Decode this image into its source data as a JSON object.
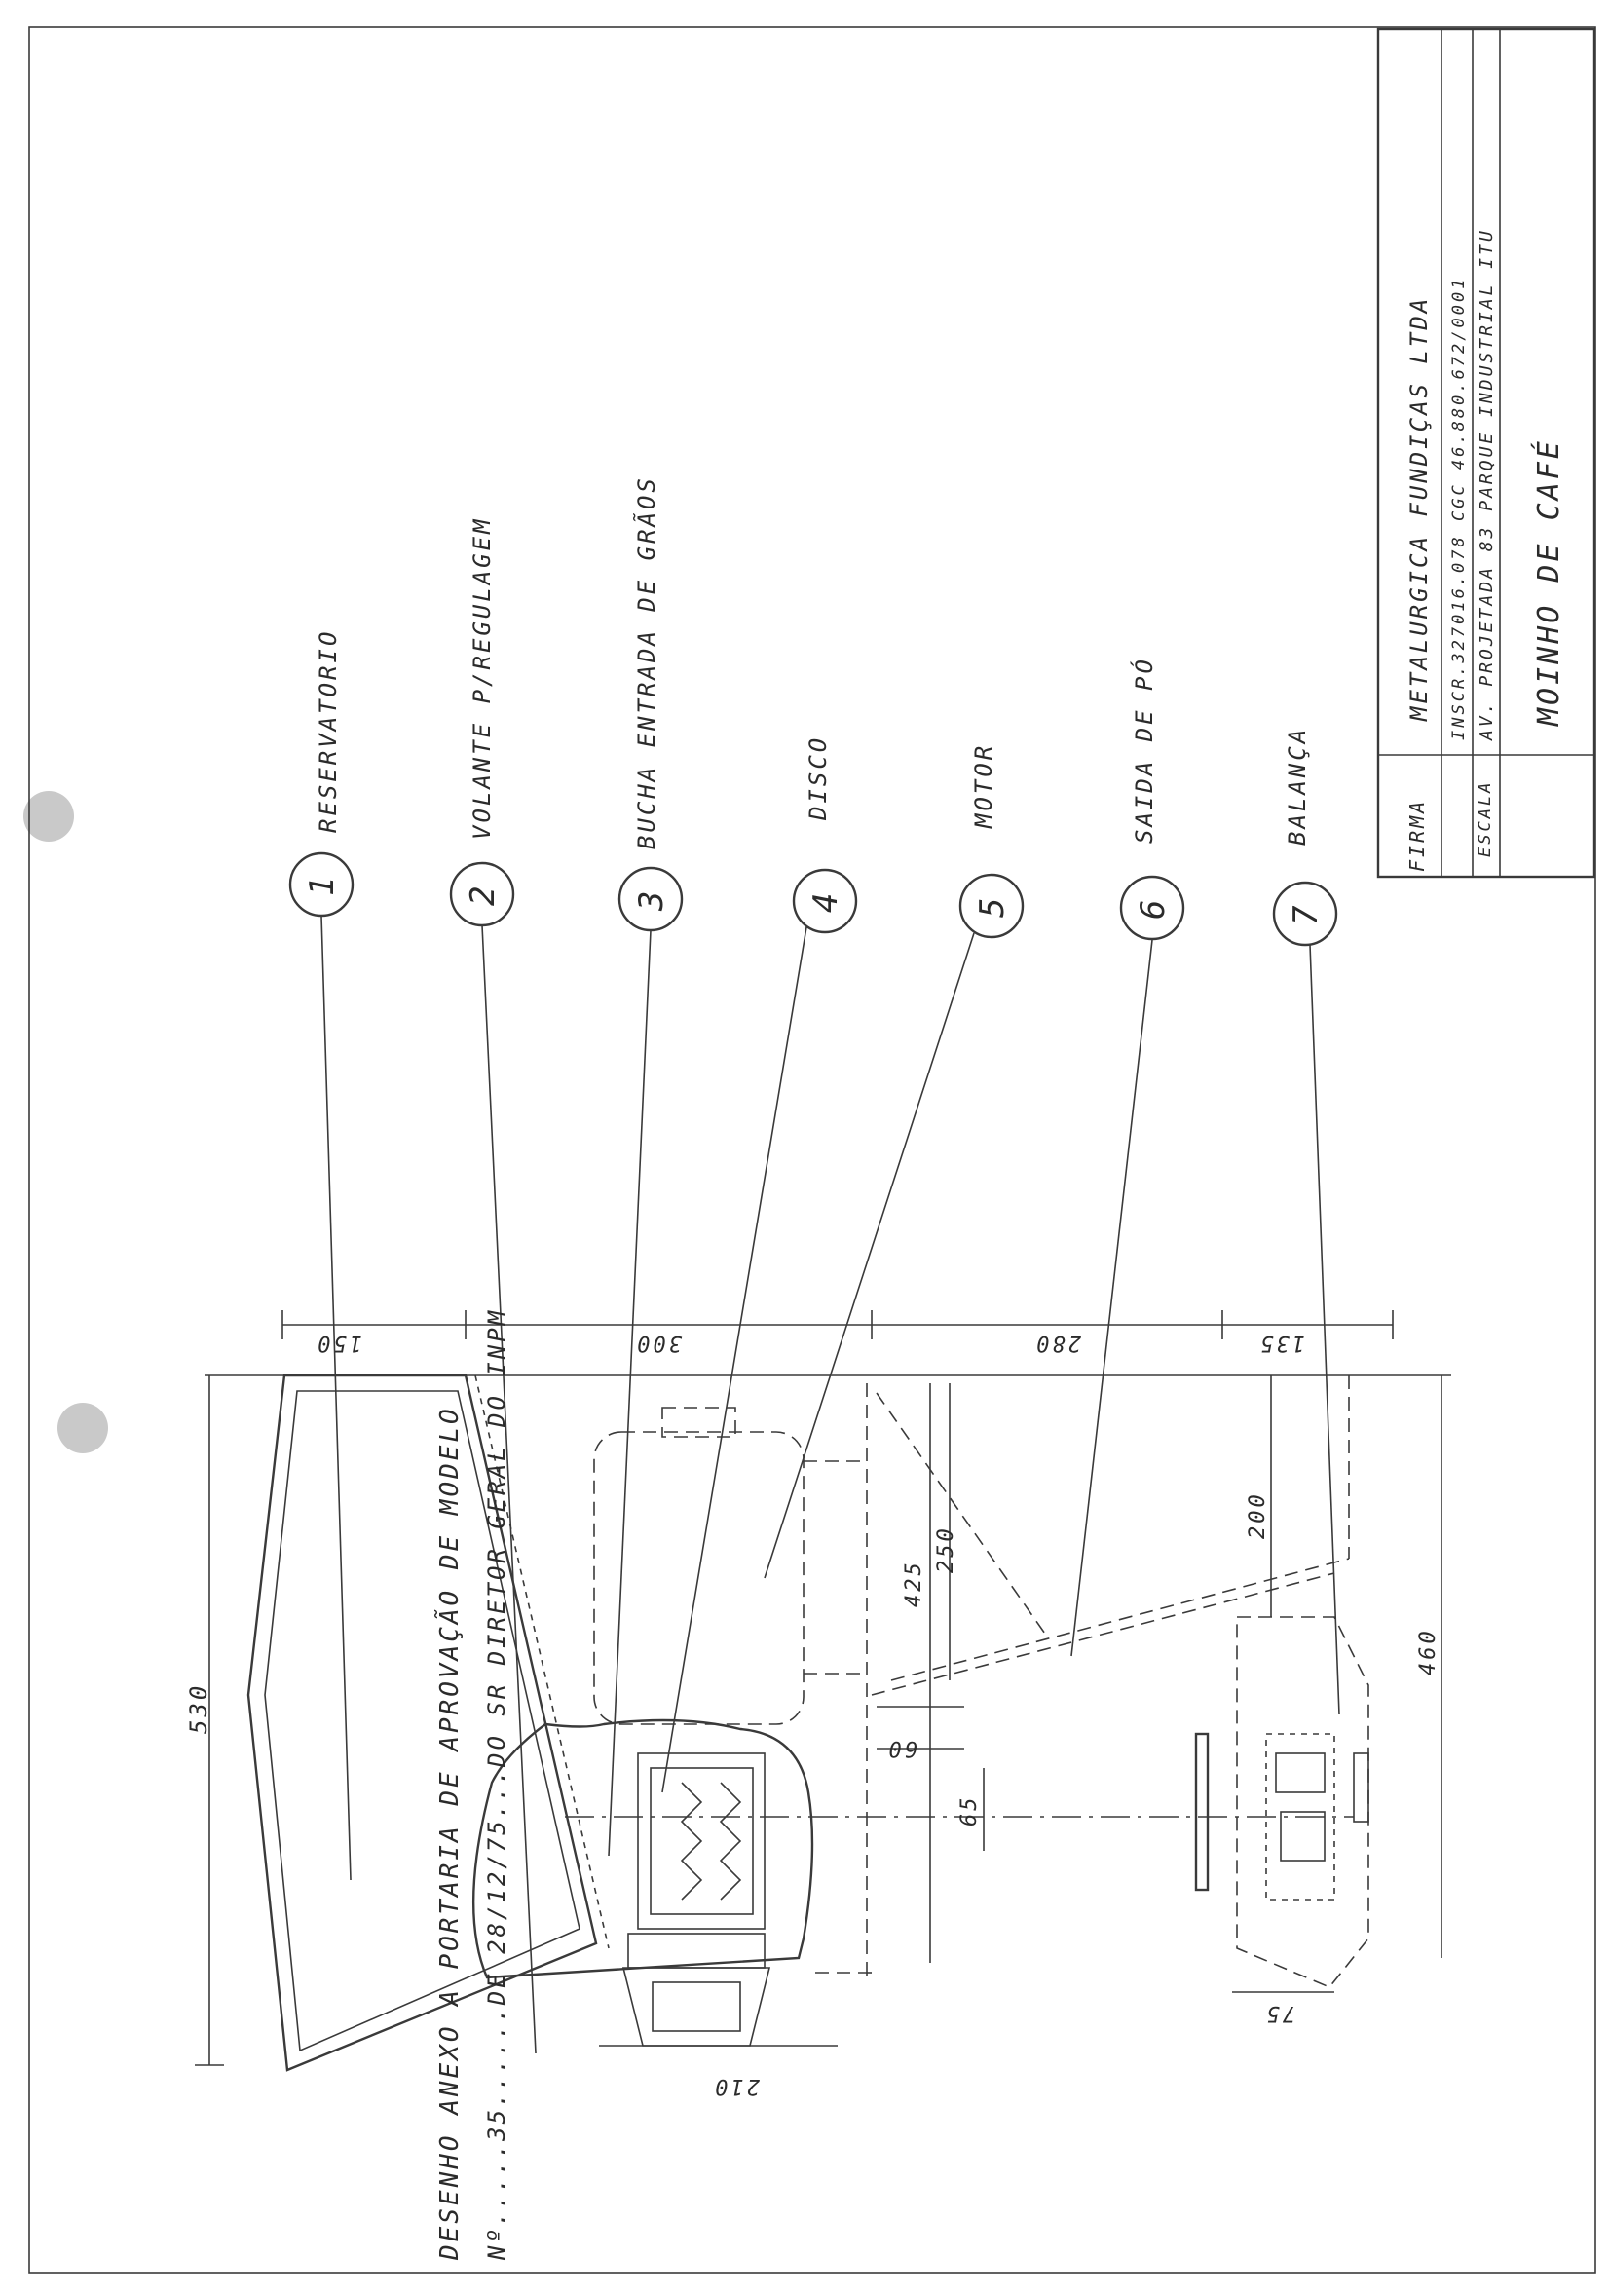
{
  "title_block": {
    "firma_label": "FIRMA",
    "company_name": "METALURGICA FUNDIÇAS LTDA",
    "registration": "INSCR.327016.078  CGC 46.880.672/0001",
    "escala_label": "ESCALA",
    "address": "AV. PROJETADA 83 PARQUE INDUSTRIAL ITU",
    "drawing_title": "MOINHO DE CAFÉ"
  },
  "parts": [
    {
      "number": "1",
      "label": "RESERVATORIO"
    },
    {
      "number": "2",
      "label": "VOLANTE P/REGULAGEM"
    },
    {
      "number": "3",
      "label": "BUCHA ENTRADA DE GRÃOS"
    },
    {
      "number": "4",
      "label": "DISCO"
    },
    {
      "number": "5",
      "label": "MOTOR"
    },
    {
      "number": "6",
      "label": "SAIDA DE PÓ"
    },
    {
      "number": "7",
      "label": "BALANÇA"
    }
  ],
  "dimensions": {
    "d150": "150",
    "d300": "300",
    "d280": "280",
    "d135": "135",
    "d530": "530",
    "d425": "425",
    "d250": "250",
    "d200": "200",
    "d460": "460",
    "d60": "60",
    "d65": "65",
    "d75": "75",
    "d210": "210"
  },
  "annex_note": {
    "line1": "DESENHO ANEXO A PORTARIA DE APROVAÇÃO DE MODELO",
    "line2": "Nº.....35......DE 28/12/75...DO SR DIRETOR GERAL DO INPM"
  }
}
